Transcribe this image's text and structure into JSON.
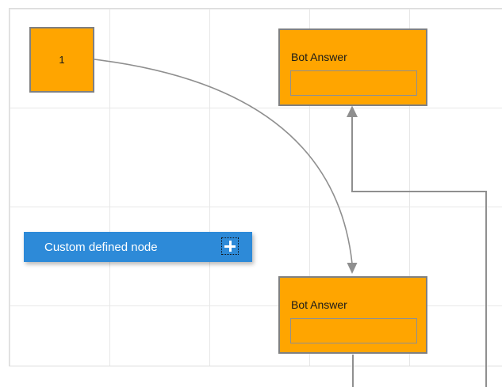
{
  "canvas": {
    "grid": "on"
  },
  "colors": {
    "node_fill": "#FFA500",
    "node_border": "#808080",
    "input_border": "#909090",
    "blue_fill": "#2D8AD8",
    "connector": "#8F8F8F",
    "grid_line": "#E7E7E7",
    "page_border": "#DCDCDC",
    "label_dark": "#1A1A1A",
    "label_light": "#FFFFFF"
  },
  "nodes": {
    "start": {
      "label": "1"
    },
    "bot_answer_top": {
      "title": "Bot Answer",
      "input_value": "",
      "input_placeholder": ""
    },
    "bot_answer_bottom": {
      "title": "Bot Answer",
      "input_value": "",
      "input_placeholder": ""
    },
    "custom": {
      "label": "Custom defined node",
      "icon": "plus-icon"
    }
  }
}
